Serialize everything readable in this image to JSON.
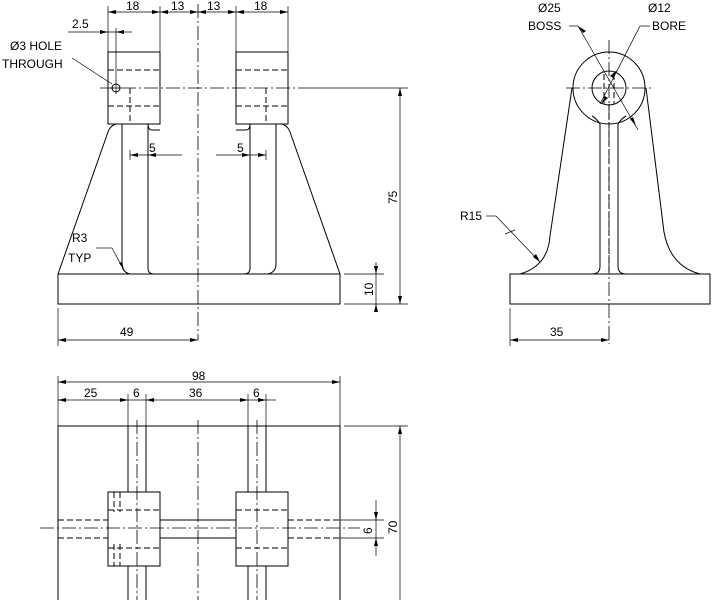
{
  "front_view": {
    "dims": {
      "top_left_width": "18",
      "top_mid_left": "13",
      "top_mid_right": "13",
      "top_right_width": "18",
      "hole_offset": "2.5",
      "left_rib_width": "5",
      "right_rib_width": "5",
      "half_width": "49",
      "height": "75",
      "base_thickness": "10"
    },
    "notes": {
      "hole_line1": "Ø3 HOLE",
      "hole_line2": "THROUGH",
      "fillet_line1": "R3",
      "fillet_line2": "TYP"
    }
  },
  "side_view": {
    "dims": {
      "boss_line1": "Ø25",
      "boss_line2": "BOSS",
      "bore_line1": "Ø12",
      "bore_line2": "BORE",
      "radius": "R15",
      "half_width": "35"
    }
  },
  "top_view": {
    "dims": {
      "overall_width": "98",
      "left_offset": "25",
      "left_rib": "6",
      "middle_gap": "36",
      "right_rib": "6",
      "rib_thickness": "6",
      "depth": "70"
    }
  }
}
